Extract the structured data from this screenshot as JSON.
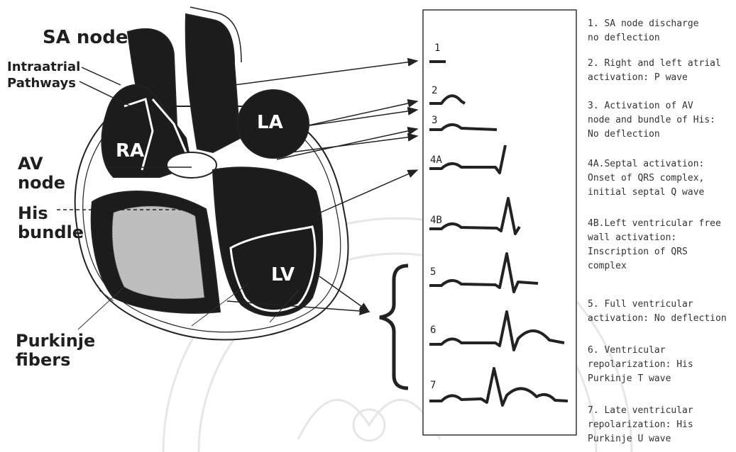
{
  "heart_labels": {
    "sa_node": "SA node",
    "intraatrial": "Intraatrial\nPathways",
    "ra": "RA",
    "la": "LA",
    "lv": "LV",
    "av_node": "AV\nnode",
    "his_bundle": "His\nbundle",
    "purkinje": "Purkinje\nfibers"
  },
  "panel_labels": [
    "1",
    "2",
    "3",
    "4A",
    "4B",
    "5",
    "6",
    "7"
  ],
  "descriptions": [
    "1.  SA node discharge\nno deflection",
    "2.  Right and left atrial\nactivation: P wave",
    "3.  Activation of AV\nnode and bundle of His:\nNo deflection",
    "4A.Septal activation:\nOnset of QRS complex,\ninitial septal Q wave",
    "4B.Left ventricular free\nwall activation:\nInscription of QRS\ncomplex",
    "5.  Full ventricular\nactivation: No deflection",
    "6.  Ventricular\nrepolarization: His\nPurkinje T wave",
    "7.  Late ventricular\nrepolarization: His\nPurkinje U wave"
  ]
}
